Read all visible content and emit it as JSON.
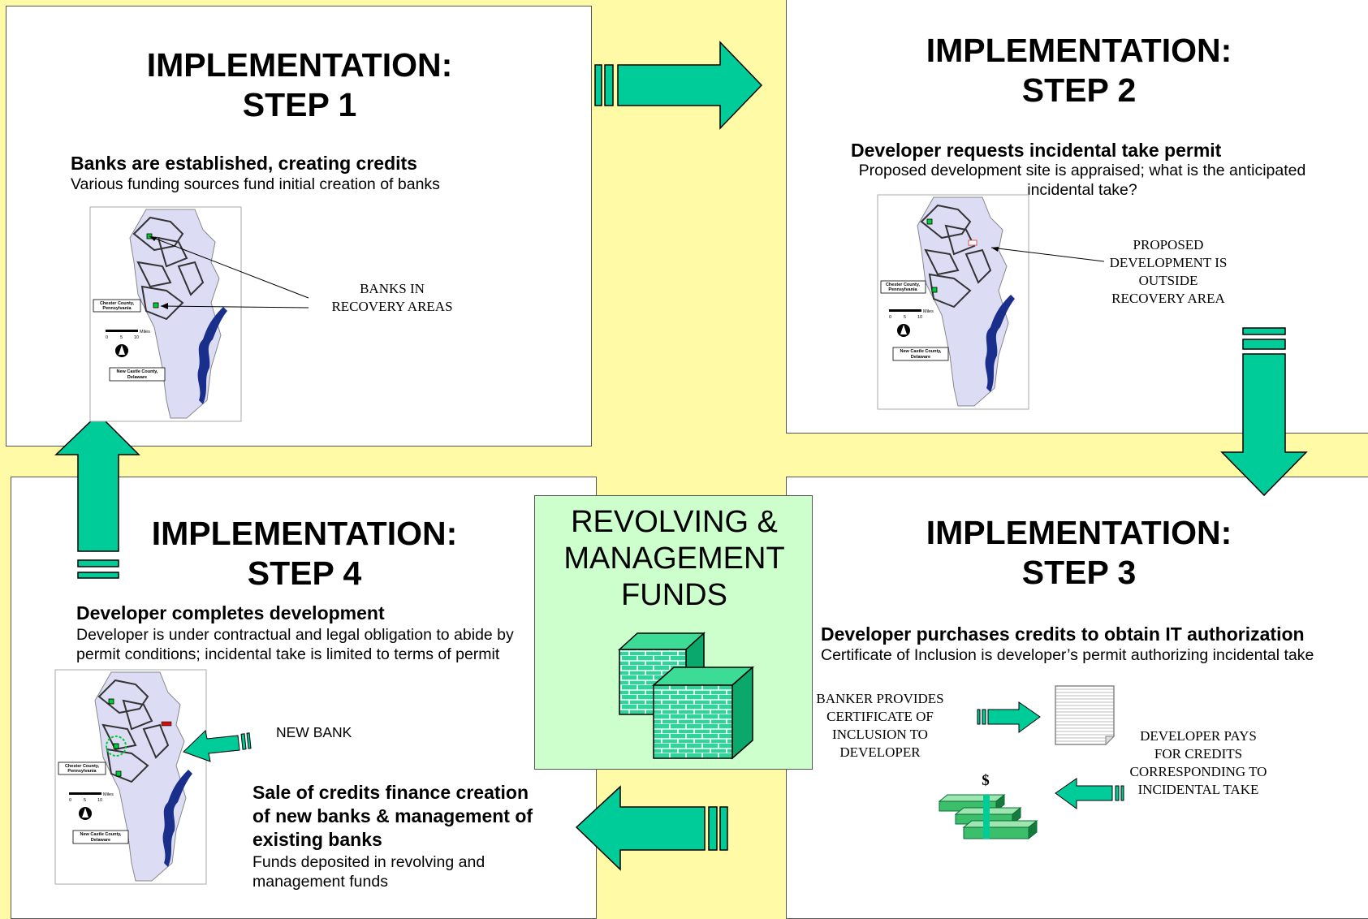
{
  "step1": {
    "title_line1": "IMPLEMENTATION:",
    "title_line2": "STEP 1",
    "heading": "Banks are established, creating credits",
    "body": "Various funding sources fund initial creation of banks",
    "callout_line1": "BANKS IN",
    "callout_line2": "RECOVERY AREAS"
  },
  "step2": {
    "title_line1": "IMPLEMENTATION:",
    "title_line2": "STEP 2",
    "heading": "Developer requests incidental take permit",
    "body_line1": "Proposed development site is appraised; what is the anticipated",
    "body_line2": "incidental take?",
    "callout_lines": [
      "PROPOSED",
      "DEVELOPMENT IS",
      "OUTSIDE",
      "RECOVERY AREA"
    ]
  },
  "step3": {
    "title_line1": "IMPLEMENTATION:",
    "title_line2": "STEP 3",
    "heading": "Developer purchases credits to obtain IT authorization",
    "body": "Certificate of Inclusion is developer’s permit authorizing incidental take",
    "banker_lines": [
      "BANKER PROVIDES",
      "CERTIFICATE OF",
      "INCLUSION TO",
      "DEVELOPER"
    ],
    "developer_lines": [
      "DEVELOPER PAYS",
      "FOR CREDITS",
      "CORRESPONDING TO",
      "INCIDENTAL TAKE"
    ],
    "dollar_sign": "$"
  },
  "step4": {
    "title_line1": "IMPLEMENTATION:",
    "title_line2": "STEP 4",
    "heading": "Developer completes development",
    "body_line1": "Developer is under contractual and legal obligation to abide by",
    "body_line2": "permit conditions; incidental take is limited to terms of permit",
    "new_bank": "NEW BANK",
    "sale_lines": [
      "Sale of credits finance creation",
      "of new banks & management of",
      "existing banks"
    ],
    "funds_lines": [
      "Funds deposited in revolving and",
      "management funds"
    ]
  },
  "funds": {
    "lines": [
      "REVOLVING &",
      "MANAGEMENT",
      "FUNDS"
    ]
  },
  "map_labels": {
    "chester": [
      "Chester County,",
      "Pennsylvania"
    ],
    "newcastle": [
      "New Castle County,",
      "Delaware"
    ],
    "miles": "Miles",
    "scale": [
      "0",
      "5",
      "10"
    ]
  },
  "colors": {
    "background": "#fffaa6",
    "arrow": "#00cc99",
    "funds_box": "#ccffcc",
    "map_fill": "#dcdcf5",
    "river": "#1a2e8c",
    "bank_marker": "#00cc33",
    "proposed_marker": "#e05050"
  },
  "icons": [
    "arrow-right-icon",
    "arrow-down-icon",
    "arrow-left-icon",
    "arrow-up-icon",
    "bricks-icon",
    "document-icon",
    "money-icon",
    "north-arrow-icon"
  ]
}
